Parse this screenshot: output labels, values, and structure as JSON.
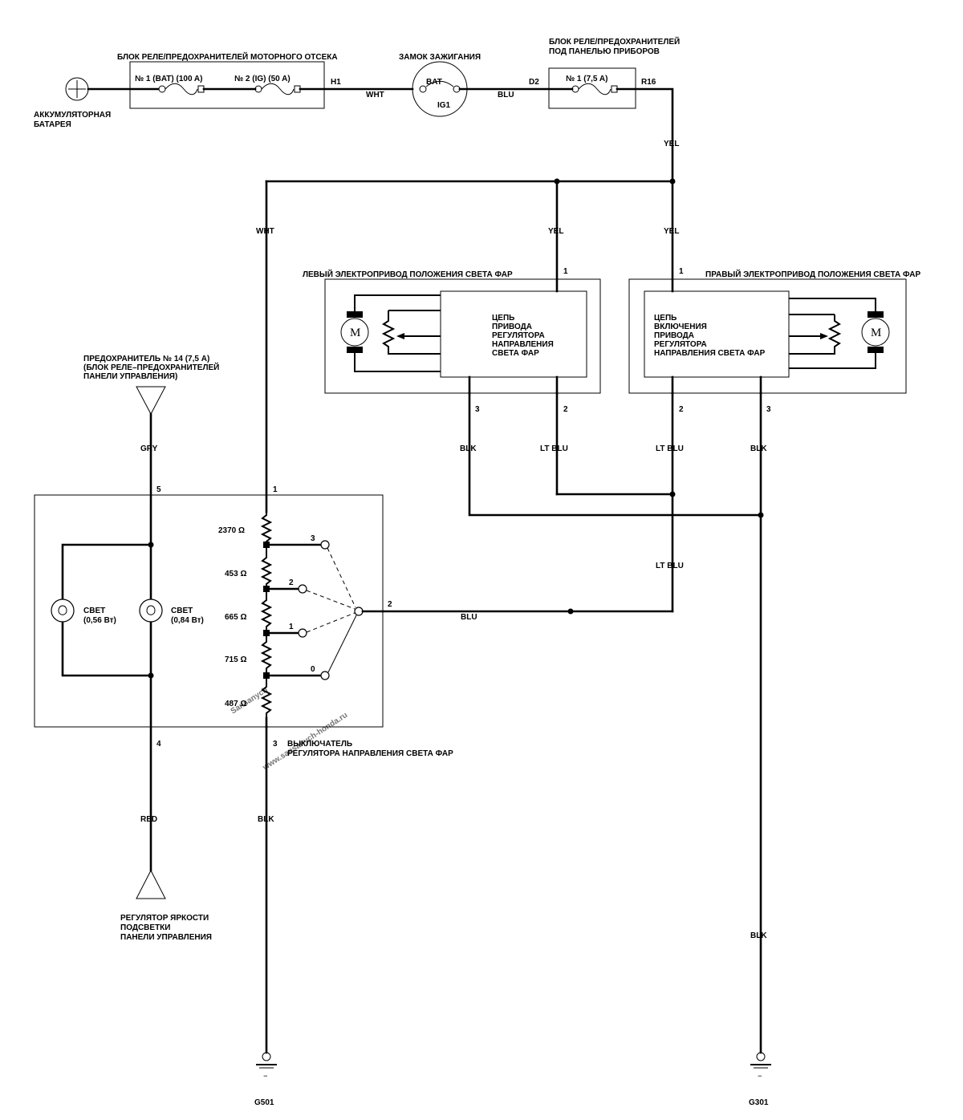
{
  "battery": {
    "label_1": "АККУМУЛЯТОРНАЯ",
    "label_2": "БАТАРЕЯ",
    "symbol": "+"
  },
  "engine_fuse_box": {
    "title": "БЛОК РЕЛЕ/ПРЕДОХРАНИТЕЛЕЙ МОТОРНОГО ОТСЕКА",
    "fuse_1": "№ 1 (BAT) (100 A)",
    "fuse_2": "№ 2 (IG) (50 A)",
    "terminal": "H1"
  },
  "ignition": {
    "title": "ЗАМОК ЗАЖИГАНИЯ",
    "bat": "BAT",
    "ig1": "IG1"
  },
  "dash_fuse_box": {
    "title_1": "БЛОК РЕЛЕ/ПРЕДОХРАНИТЕЛЕЙ",
    "title_2": "ПОД ПАНЕЛЬЮ ПРИБОРОВ",
    "fuse": "№ 1 (7,5 A)",
    "terminal_in": "D2",
    "terminal_out": "R16"
  },
  "wires": {
    "wht_top": "WHT",
    "blu_top": "BLU",
    "yel_top": "YEL",
    "wht_left": "WHT",
    "yel_mid": "YEL",
    "yel_right": "YEL",
    "gry": "GRY",
    "red": "RED",
    "blk_switch": "BLK",
    "blk_left_act": "BLK",
    "ltblu_left_act": "LT BLU",
    "ltblu_right_act": "LT BLU",
    "blk_right_act": "BLK",
    "ltblu_lower": "LT BLU",
    "blu_switch": "BLU",
    "blk_ground": "BLK"
  },
  "left_actuator": {
    "title": "ЛЕВЫЙ ЭЛЕКТРОПРИВОД ПОЛОЖЕНИЯ СВЕТА ФАР",
    "circuit": [
      "ЦЕПЬ",
      "ПРИВОДА",
      "РЕГУЛЯТОРА",
      "НАПРАВЛЕНИЯ",
      "СВЕТА ФАР"
    ],
    "pin_1": "1",
    "pin_2": "2",
    "pin_3": "3",
    "motor": "M"
  },
  "right_actuator": {
    "title": "ПРАВЫЙ ЭЛЕКТРОПРИВОД ПОЛОЖЕНИЯ СВЕТА ФАР",
    "circuit": [
      "ЦЕПЬ",
      "ВКЛЮЧЕНИЯ",
      "ПРИВОДА",
      "РЕГУЛЯТОРА",
      "НАПРАВЛЕНИЯ СВЕТА ФАР"
    ],
    "pin_1": "1",
    "pin_2": "2",
    "pin_3": "3",
    "motor": "M"
  },
  "fuse_14": {
    "line_1": "ПРЕДОХРАНИТЕЛЬ № 14 (7,5 A)",
    "line_2": "(БЛОК РЕЛЕ–ПРЕДОХРАНИТЕЛЕЙ",
    "line_3": "ПАНЕЛИ УПРАВЛЕНИЯ)"
  },
  "switch": {
    "title_1": "ВЫКЛЮЧАТЕЛЬ",
    "title_2": "РЕГУЛЯТОРА НАПРАВЛЕНИЯ СВЕТА ФАР",
    "pin_5": "5",
    "pin_1": "1",
    "pin_4": "4",
    "pin_3": "3",
    "pin_2": "2",
    "light_1_label": "СВЕТ",
    "light_1_value": "(0,56 Вт)",
    "light_2_label": "СВЕТ",
    "light_2_value": "(0,84 Вт)",
    "resistors": [
      "2370 Ω",
      "453 Ω",
      "665 Ω",
      "715 Ω",
      "487 Ω"
    ],
    "positions": [
      "3",
      "2",
      "1",
      "0"
    ]
  },
  "dimmer": {
    "line_1": "РЕГУЛЯТОР ЯРКОСТИ",
    "line_2": "ПОДСВЕТКИ",
    "line_3": "ПАНЕЛИ УПРАВЛЕНИЯ"
  },
  "grounds": {
    "g501": "G501",
    "g301": "G301",
    "minus": "–"
  },
  "watermark": {
    "brand": "Sansanych",
    "url": "www.sansanych-honda.ru"
  }
}
